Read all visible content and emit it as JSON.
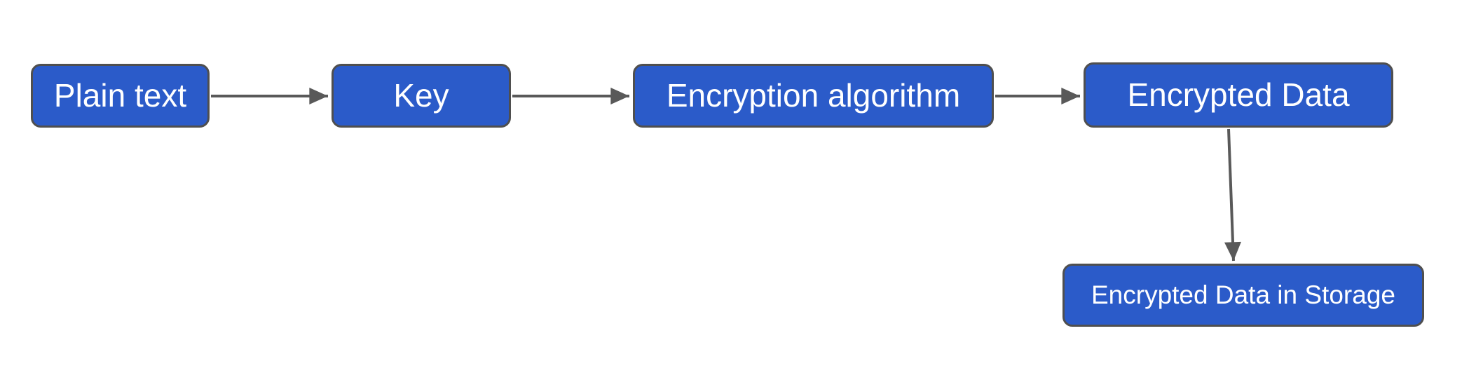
{
  "diagram": {
    "type": "flowchart",
    "colors": {
      "node_fill": "#2b5bc9",
      "node_border": "#4f4f4f",
      "arrow": "#595959",
      "text": "#ffffff",
      "background": "#ffffff"
    },
    "nodes": [
      {
        "id": "plain-text",
        "label": "Plain text"
      },
      {
        "id": "key",
        "label": "Key"
      },
      {
        "id": "encryption-algorithm",
        "label": "Encryption algorithm"
      },
      {
        "id": "encrypted-data",
        "label": "Encrypted Data"
      },
      {
        "id": "encrypted-data-in-storage",
        "label": "Encrypted Data in Storage"
      }
    ],
    "edges": [
      {
        "from": "plain-text",
        "to": "key",
        "direction": "right"
      },
      {
        "from": "key",
        "to": "encryption-algorithm",
        "direction": "right"
      },
      {
        "from": "encryption-algorithm",
        "to": "encrypted-data",
        "direction": "right"
      },
      {
        "from": "encrypted-data",
        "to": "encrypted-data-in-storage",
        "direction": "down"
      }
    ]
  }
}
